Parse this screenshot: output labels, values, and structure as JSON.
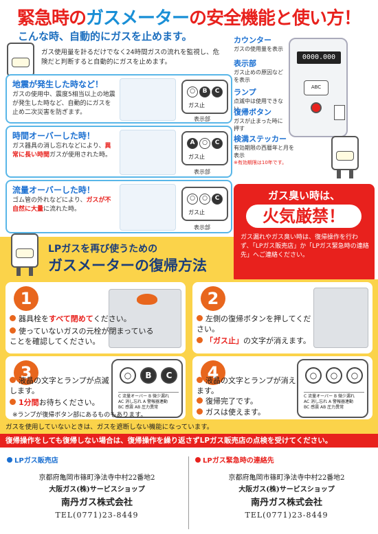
{
  "title": {
    "pre": "緊急時の",
    "blue": "ガスメーター",
    "post": "の安全機能と使い方！"
  },
  "hero": {
    "heading": "こんな時、自動的にガスを止めます。",
    "body": "ガス使用量を計るだけでなく24時間ガスの流れを監視し、危険だと判断すると自動的にガスを止めます。"
  },
  "cards": [
    {
      "title": "地震が発生した時など！",
      "body": "ガスの使用中、震度5相当以上の地震が発生した時など、自動的にガスを止め二次災害を防ぎます。",
      "lcd": [
        "○",
        "B",
        "C"
      ],
      "lcd_label": "ガス止",
      "caption": "表示部"
    },
    {
      "title": "時間オーバーした時！",
      "body_pre": "ガス器具の消し忘れなどにより、",
      "body_red": "異常に長い時間",
      "body_post": "ガスが使用された時。",
      "lcd": [
        "A",
        "○",
        "C"
      ],
      "lcd_label": "ガス止",
      "caption": "表示部"
    },
    {
      "title": "流量オーバーした時！",
      "body_pre": "ゴム管の外れなどにより、",
      "body_red1": "ガスが不自然に大量",
      "body_post": "に流れた時。",
      "lcd": [
        "○",
        "○",
        "C"
      ],
      "lcd_label": "ガス止",
      "caption": "表示部"
    }
  ],
  "meter": {
    "counter_value": "0000.000",
    "specs": [
      {
        "t": "カウンター",
        "d": "ガスの使用量を表示"
      },
      {
        "t": "表示部",
        "d": "ガス止めの原因などを表示"
      },
      {
        "t": "ランプ",
        "d": "点滅中は使用できない"
      },
      {
        "t": "復帰ボタン",
        "d": "ガスが止まった時に押す"
      },
      {
        "t": "検満ステッカー",
        "d": "有効期限の西暦年と月を表示"
      }
    ],
    "spec_note": "※有効期限は10年です。"
  },
  "warning": {
    "title": "ガス臭い時は、",
    "big": "火気厳禁！",
    "body": "ガス漏れやガス臭い時は、復帰操作を行わず、「LPガス販売店」か「LPガス緊急時の連絡先」へご連絡ください。"
  },
  "recovery": {
    "sub": "LPガスを再び使うための",
    "main": "ガスメーターの復帰方法"
  },
  "steps": [
    {
      "num": "1",
      "b1_pre": "器具栓を",
      "b1_red": "すべて閉めて",
      "b1_post": "ください。",
      "b2": "使っていないガスの元栓が閉まっていることを確認してください。"
    },
    {
      "num": "2",
      "b1": "左側の復帰ボタンを押してください。",
      "b2_red": "「ガス止」",
      "b2_post": "の文字が消えます。"
    },
    {
      "num": "3",
      "b1": "液晶の文字とランプが点滅します。",
      "b2_red": "1分間",
      "b2_post": "お待ちください。",
      "note": "※ランプが復帰ボタン部にあるものもあります。",
      "lcd": [
        "○",
        "B",
        "C"
      ]
    },
    {
      "num": "4",
      "b1": "液晶の文字とランプが消えます。",
      "b2": "復帰完了です。",
      "b3": "ガスは使えます。",
      "lcd": [
        "○",
        "○",
        "○"
      ]
    }
  ],
  "lcd_legend": {
    "r1": "C 流量オーバー B 微少漏れ",
    "r2": "AC 消し忘れ A 警報器連動",
    "r3": "BC 感震 AB 圧力異常"
  },
  "bottom_note": "ガスを使用していないときは、ガスを遮断しない機能になっています。",
  "redbar": "復帰操作をしても復帰しない場合は、復帰操作を繰り返さずLPガス販売店の点検を受けてください。",
  "shops": [
    {
      "cat": "LPガス販売店",
      "addr": "京都府亀岡市篠町浄法寺中村22番地2",
      "sub": "大阪ガス(株)サービスショップ",
      "name": "南丹ガス株式会社",
      "tel": "TEL(0771)23-8449"
    },
    {
      "cat": "LPガス緊急時の連絡先",
      "addr": "京都府亀岡市篠町浄法寺中村22番地2",
      "sub": "大阪ガス(株)サービスショップ",
      "name": "南丹ガス株式会社",
      "tel": "TEL(0771)23-8449"
    }
  ]
}
